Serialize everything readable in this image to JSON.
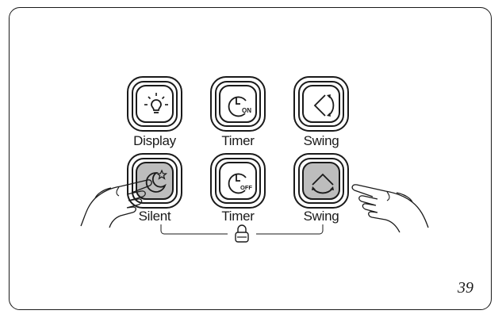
{
  "buttons": {
    "top_row": [
      {
        "id": "display",
        "label": "Display",
        "icon": "bulb-icon",
        "pressed": false
      },
      {
        "id": "timer-on",
        "label": "Timer",
        "icon": "timer-on-icon",
        "icon_text": "ON",
        "pressed": false
      },
      {
        "id": "swing-horizontal",
        "label": "Swing",
        "icon": "swing-horizontal-icon",
        "pressed": false
      }
    ],
    "bottom_row": [
      {
        "id": "silent",
        "label": "Silent",
        "icon": "moon-star-icon",
        "pressed": true
      },
      {
        "id": "timer-off",
        "label": "Timer",
        "icon": "timer-off-icon",
        "icon_text": "OFF",
        "pressed": false
      },
      {
        "id": "swing-vertical",
        "label": "Swing",
        "icon": "swing-vertical-icon",
        "pressed": true
      }
    ]
  },
  "lock_indicator": {
    "icon": "padlock-icon"
  },
  "page_number": "39",
  "colors": {
    "line": "#1a1a1a",
    "pressed_fill": "#bdbdbd",
    "background": "#ffffff"
  }
}
